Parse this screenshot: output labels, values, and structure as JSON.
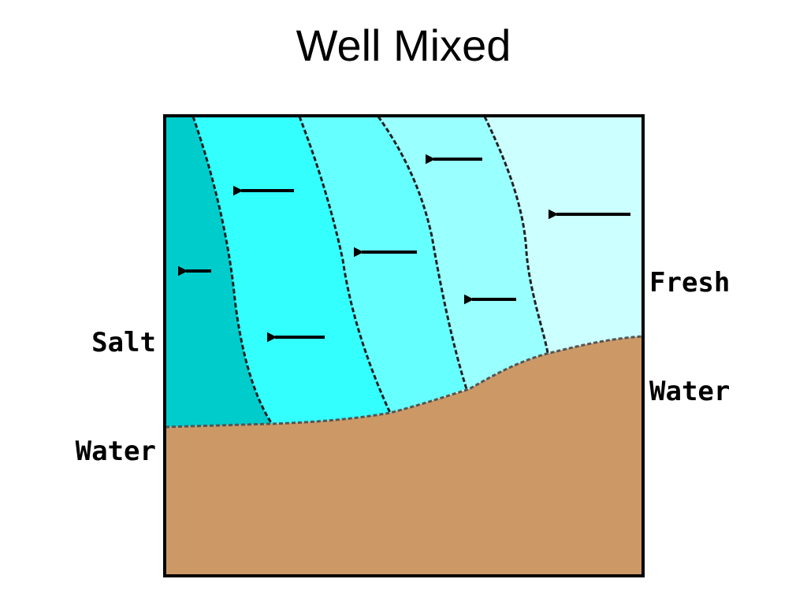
{
  "title": "Well Mixed",
  "labels": {
    "salt_line1": "Salt",
    "salt_line2": "Water",
    "fresh_line1": "Fresh",
    "fresh_line2": "Water"
  },
  "colors": {
    "salt_zone": "#00cccc",
    "zone_2": "#33ffff",
    "zone_3": "#66ffff",
    "zone_4": "#99ffff",
    "fresh_zone": "#ccffff",
    "seabed": "#cc9966",
    "frame": "#000000"
  },
  "flow_direction": "right-to-left",
  "arrow_count": 7
}
